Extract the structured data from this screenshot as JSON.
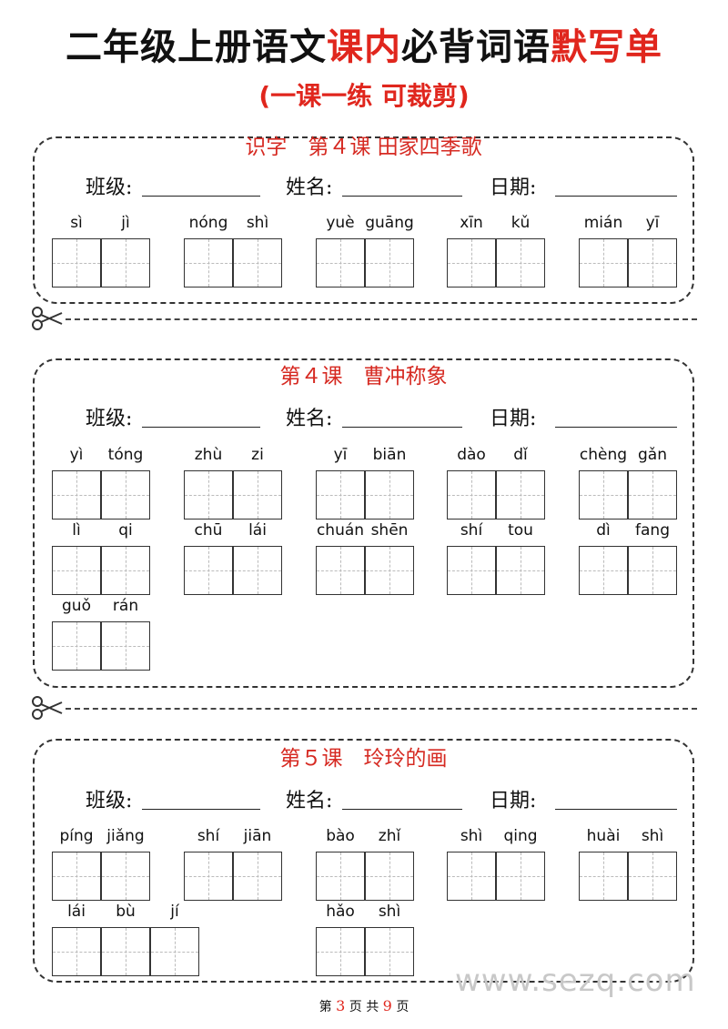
{
  "header": {
    "title_part1": "二年级上册语文",
    "title_part2": "课内",
    "title_part3": "必背词语",
    "title_part4": "默写单",
    "subtitle": "(一课一练 可裁剪)"
  },
  "form": {
    "class_label": "班级:",
    "name_label": "姓名:",
    "date_label": "日期:"
  },
  "sections": [
    {
      "title": "识字　第４课 田家四季歌",
      "words": [
        {
          "pinyin": [
            "sì",
            "jì"
          ]
        },
        {
          "pinyin": [
            "nóng",
            "shì"
          ]
        },
        {
          "pinyin": [
            "yuè",
            "guāng"
          ]
        },
        {
          "pinyin": [
            "xīn",
            "kǔ"
          ]
        },
        {
          "pinyin": [
            "mián",
            "yī"
          ]
        }
      ]
    },
    {
      "title": "第４课　曹冲称象",
      "words": [
        {
          "pinyin": [
            "yì",
            "tóng"
          ]
        },
        {
          "pinyin": [
            "zhù",
            "zi"
          ]
        },
        {
          "pinyin": [
            "yī",
            "biān"
          ]
        },
        {
          "pinyin": [
            "dào",
            "dǐ"
          ]
        },
        {
          "pinyin": [
            "chèng",
            "gǎn"
          ]
        },
        {
          "pinyin": [
            "lì",
            "qi"
          ]
        },
        {
          "pinyin": [
            "chū",
            "lái"
          ]
        },
        {
          "pinyin": [
            "chuán",
            "shēn"
          ]
        },
        {
          "pinyin": [
            "shí",
            "tou"
          ]
        },
        {
          "pinyin": [
            "dì",
            "fang"
          ]
        },
        {
          "pinyin": [
            "guǒ",
            "rán"
          ]
        }
      ]
    },
    {
      "title": "第５课　玲玲的画",
      "words": [
        {
          "pinyin": [
            "píng",
            "jiǎng"
          ]
        },
        {
          "pinyin": [
            "shí",
            "jiān"
          ]
        },
        {
          "pinyin": [
            "bào",
            "zhǐ"
          ]
        },
        {
          "pinyin": [
            "shì",
            "qing"
          ]
        },
        {
          "pinyin": [
            "huài",
            "shì"
          ]
        },
        {
          "pinyin": [
            "lái",
            "bù",
            "jí"
          ]
        },
        {
          "pinyin": [
            "hǎo",
            "shì"
          ]
        }
      ]
    }
  ],
  "watermark": "www.sezq.com",
  "footer": {
    "pre": "第",
    "current": "3",
    "mid": "页 共",
    "total": "9",
    "post": "页"
  }
}
